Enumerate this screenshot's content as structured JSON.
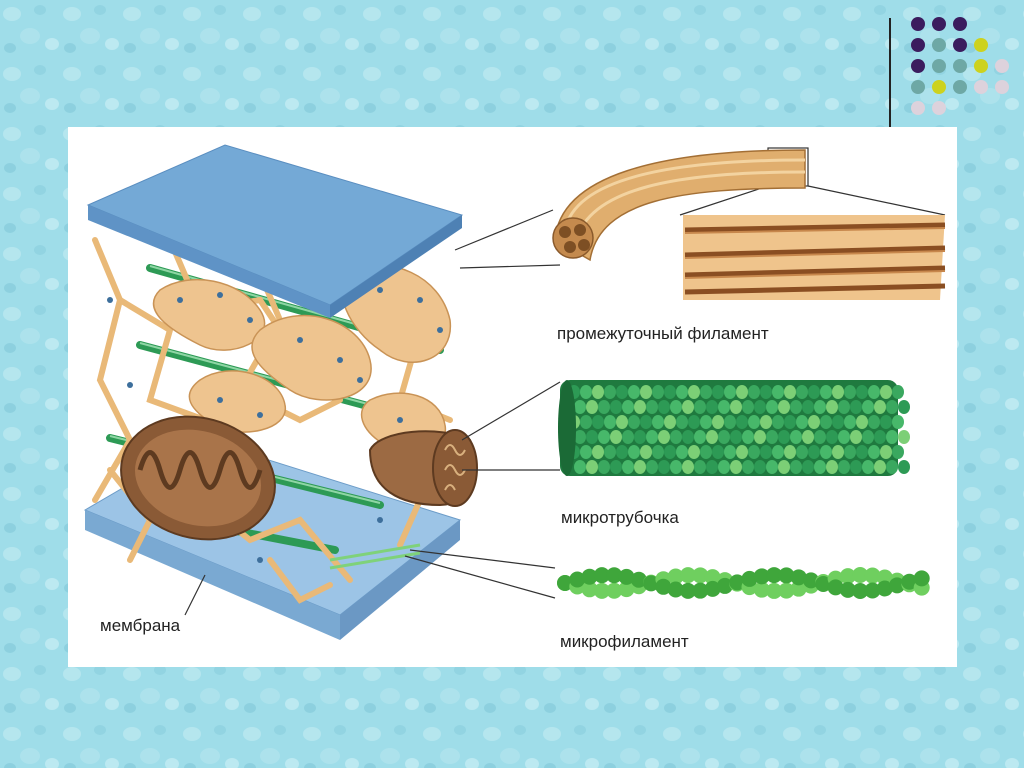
{
  "labels": {
    "intermediate_filament": "промежуточный филамент",
    "microtubule": "микротрубочка",
    "microfilament": "микрофиламент",
    "membrane": "мембрана"
  },
  "colors": {
    "background": "#9fdde9",
    "panel": "#ffffff",
    "membrane_top": "#74a9d6",
    "membrane_bottom": "#9cc4e6",
    "filament": "#e9b978",
    "mitochondrion": "#8a5a36",
    "microtubule": "#2d9a55",
    "microfilament": "#54bd4a",
    "dot_purple": "#3b1c5e",
    "dot_teal": "#6ea8a5",
    "dot_yellow": "#cdd21e",
    "dot_pink": "#ddd2dc"
  },
  "corner_dots": {
    "rows": [
      [
        "dot_purple",
        "dot_purple",
        "dot_purple"
      ],
      [
        "dot_purple",
        "dot_teal",
        "dot_purple",
        "dot_yellow"
      ],
      [
        "dot_purple",
        "dot_teal",
        "dot_teal",
        "dot_yellow",
        "dot_pink"
      ],
      [
        "dot_teal",
        "dot_yellow",
        "dot_teal",
        "dot_pink",
        "dot_pink"
      ],
      [
        "dot_pink",
        "dot_pink"
      ]
    ]
  }
}
